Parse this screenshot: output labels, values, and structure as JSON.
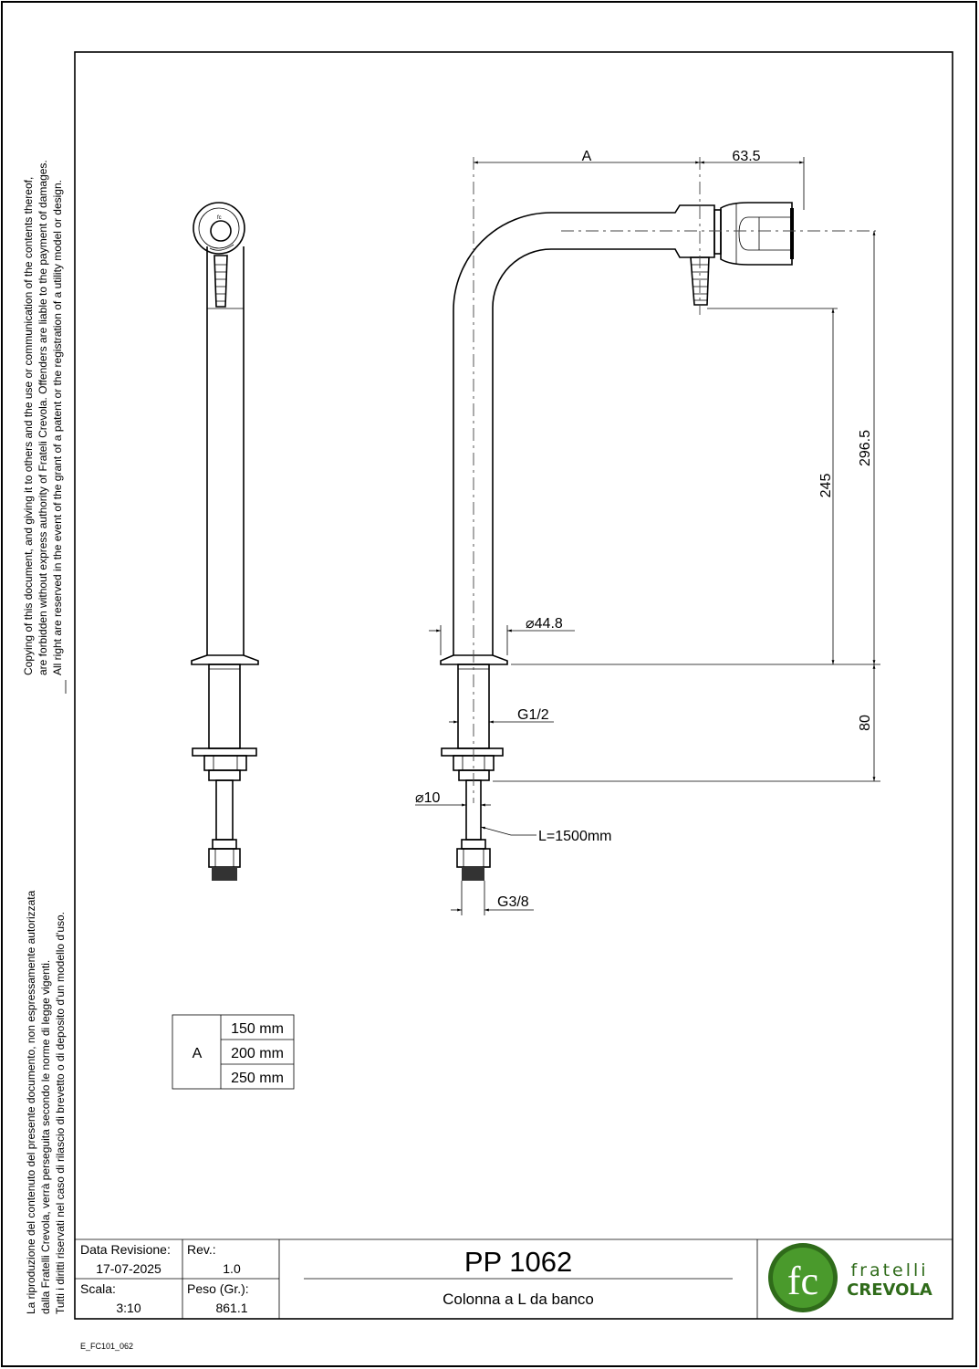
{
  "notices": {
    "english": [
      "Copying of this document, and giving it to others and the use or communication of the contents thereof,",
      "are forbidden without express authority of Frateli Crevola. Offenders are liable to the payment of damages.",
      "All right are reserved in the event of the grant of a patent or the registration of a utility model or design."
    ],
    "italian": [
      "La riproduzione del contenuto del presente documento, non espressamente autorizzata",
      "dalla Fratelli Crevola, verrà perseguita secondo le norme di legge vigenti.",
      "Tutti i diritti riservati nel caso di rilascio di brevetto o di deposito d'un modello d'uso."
    ]
  },
  "dimensions": {
    "a": "A",
    "knob_length": "63.5",
    "outlet_height": "245",
    "axis_height": "296.5",
    "shank_length": "80",
    "diameter_column": "44.8",
    "thread_top": "G1/2",
    "diameter_tube": "10",
    "tube_length": "L=1500mm",
    "thread_bottom": "G3/8"
  },
  "a_table": {
    "label": "A",
    "values": [
      "150 mm",
      "200 mm",
      "250 mm"
    ]
  },
  "title_block": {
    "revision_date_label": "Data Revisione:",
    "revision_date": "17-07-2025",
    "rev_label": "Rev.:",
    "rev": "1.0",
    "scale_label": "Scala:",
    "scale": "3:10",
    "weight_label": "Peso (Gr.):",
    "weight": "861.1",
    "code": "PP 1062",
    "description": "Colonna a L da banco",
    "logo_line1": "fratelli",
    "logo_line2": "CREVOLA",
    "logo_mark": "fc"
  },
  "footer_code": "E_FC101_062",
  "colors": {
    "logo_green": "#4a9a2c",
    "logo_dark": "#2f6b1a"
  }
}
